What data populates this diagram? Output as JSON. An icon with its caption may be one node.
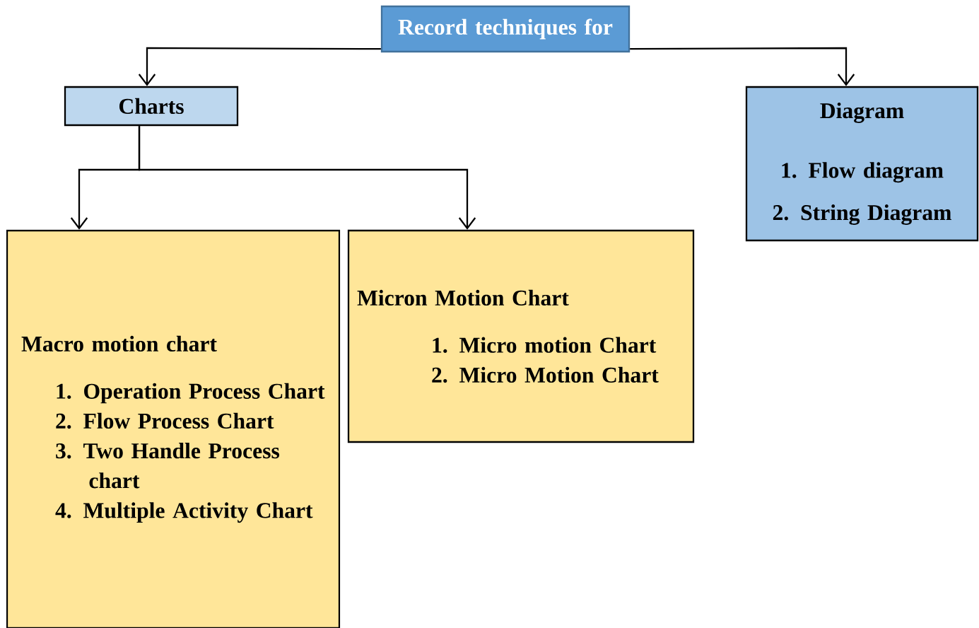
{
  "diagram": {
    "nodes": [
      {
        "text": [
          "Record techniques for"
        ]
      },
      {
        "text": [
          "Charts"
        ]
      },
      {
        "text": [
          "Diagram",
          "1. Flow diagram",
          "2. String Diagram"
        ]
      },
      {
        "text": [
          "Macro motion chart",
          "1. Operation Process Chart",
          "2. Flow Process Chart",
          "3. Two Handle Process chart",
          "4. Multiple Activity Chart"
        ]
      },
      {
        "text": [
          "Micron Motion Chart",
          "1. Micro motion Chart",
          "2. Micro Motion Chart"
        ]
      }
    ],
    "edges": [
      {
        "from": 0,
        "to": 1,
        "arrow": "to"
      },
      {
        "from": 0,
        "to": 2,
        "arrow": "to"
      },
      {
        "from": 1,
        "to": 3,
        "arrow": "to"
      },
      {
        "from": 1,
        "to": 4,
        "arrow": "to"
      }
    ]
  }
}
